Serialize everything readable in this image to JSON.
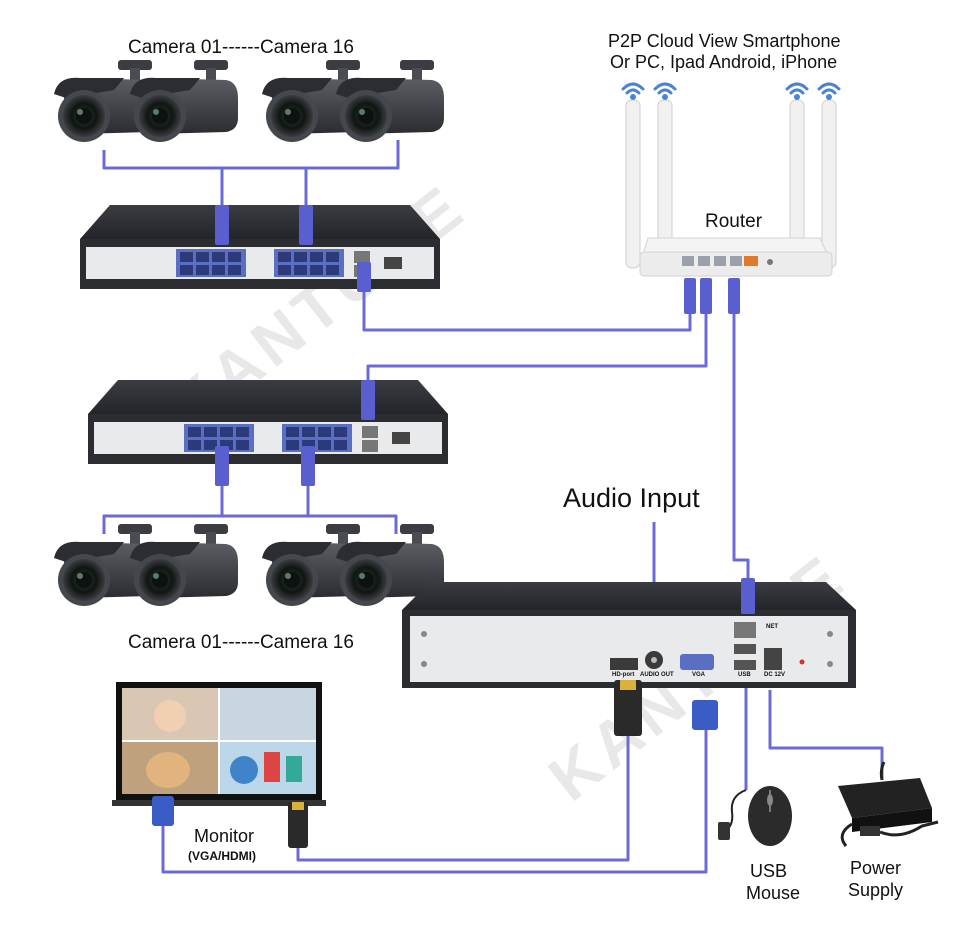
{
  "labels": {
    "cameras_top": "Camera 01------Camera 16",
    "cameras_bottom": "Camera 01------Camera 16",
    "cloud_line1": "P2P Cloud View Smartphone",
    "cloud_line2": "Or PC, Ipad Android, iPhone",
    "router": "Router",
    "audio_input": "Audio Input",
    "monitor": "Monitor",
    "monitor_sub": "(VGA/HDMI)",
    "usb_line1": "USB",
    "usb_line2": "Mouse",
    "power_line1": "Power",
    "power_line2": "Supply"
  },
  "nvr_ports": {
    "hdmi": "HD-port",
    "audio_out": "AUDIO OUT",
    "vga": "VGA",
    "usb": "USB",
    "dc": "DC 12V",
    "net": "NET"
  },
  "watermark": "KANTURE",
  "colors": {
    "cable": "#6b6bd6",
    "device_dark": "#2e3035",
    "device_panel": "#e9eaec",
    "port_blue": "#5a6fc4"
  }
}
